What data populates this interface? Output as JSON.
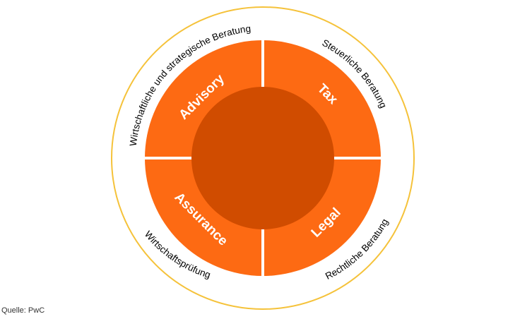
{
  "segments": {
    "advisory": "Advisory",
    "tax": "Tax",
    "assurance": "Assurance",
    "legal": "Legal"
  },
  "ring": {
    "advisory": "Wirtschaftliche und strategische Beratung",
    "tax": "Steuerliche Beratung",
    "assurance": "Wirtschaftsprüfung",
    "legal": "Rechtliche Beratung"
  },
  "source": "Quelle: PwC",
  "colors": {
    "segment": "#fd6a13",
    "center": "#d04c00",
    "outer_ring": "#f5c23a",
    "divider": "#ffffff"
  }
}
